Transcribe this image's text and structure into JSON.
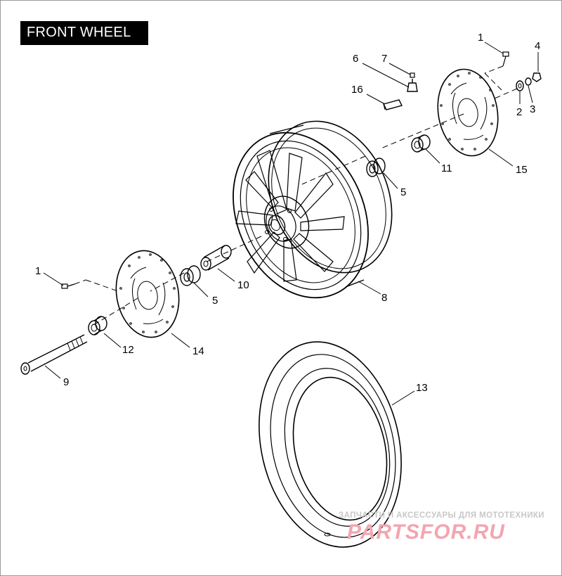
{
  "title": "FRONT WHEEL",
  "callouts": [
    {
      "id": "c1a",
      "text": "1"
    },
    {
      "id": "c4",
      "text": "4"
    },
    {
      "id": "c6",
      "text": "6"
    },
    {
      "id": "c7",
      "text": "7"
    },
    {
      "id": "c16",
      "text": "16"
    },
    {
      "id": "c2",
      "text": "2"
    },
    {
      "id": "c3",
      "text": "3"
    },
    {
      "id": "c11",
      "text": "11"
    },
    {
      "id": "c15",
      "text": "15"
    },
    {
      "id": "c5a",
      "text": "5"
    },
    {
      "id": "c1b",
      "text": "1"
    },
    {
      "id": "c10",
      "text": "10"
    },
    {
      "id": "c5b",
      "text": "5"
    },
    {
      "id": "c8",
      "text": "8"
    },
    {
      "id": "c12",
      "text": "12"
    },
    {
      "id": "c14",
      "text": "14"
    },
    {
      "id": "c9",
      "text": "9"
    },
    {
      "id": "c13",
      "text": "13"
    }
  ],
  "watermark": {
    "subtitle": "ЗАПЧАСТИ И АКСЕССУАРЫ ДЛЯ МОТОТЕХНИКИ",
    "brand": "PARTSFOR.RU"
  },
  "colors": {
    "line": "#000000",
    "title_bg": "#000000",
    "title_fg": "#ffffff",
    "watermark_brand": "#f2a6b0",
    "watermark_sub": "#c8c8c8"
  }
}
